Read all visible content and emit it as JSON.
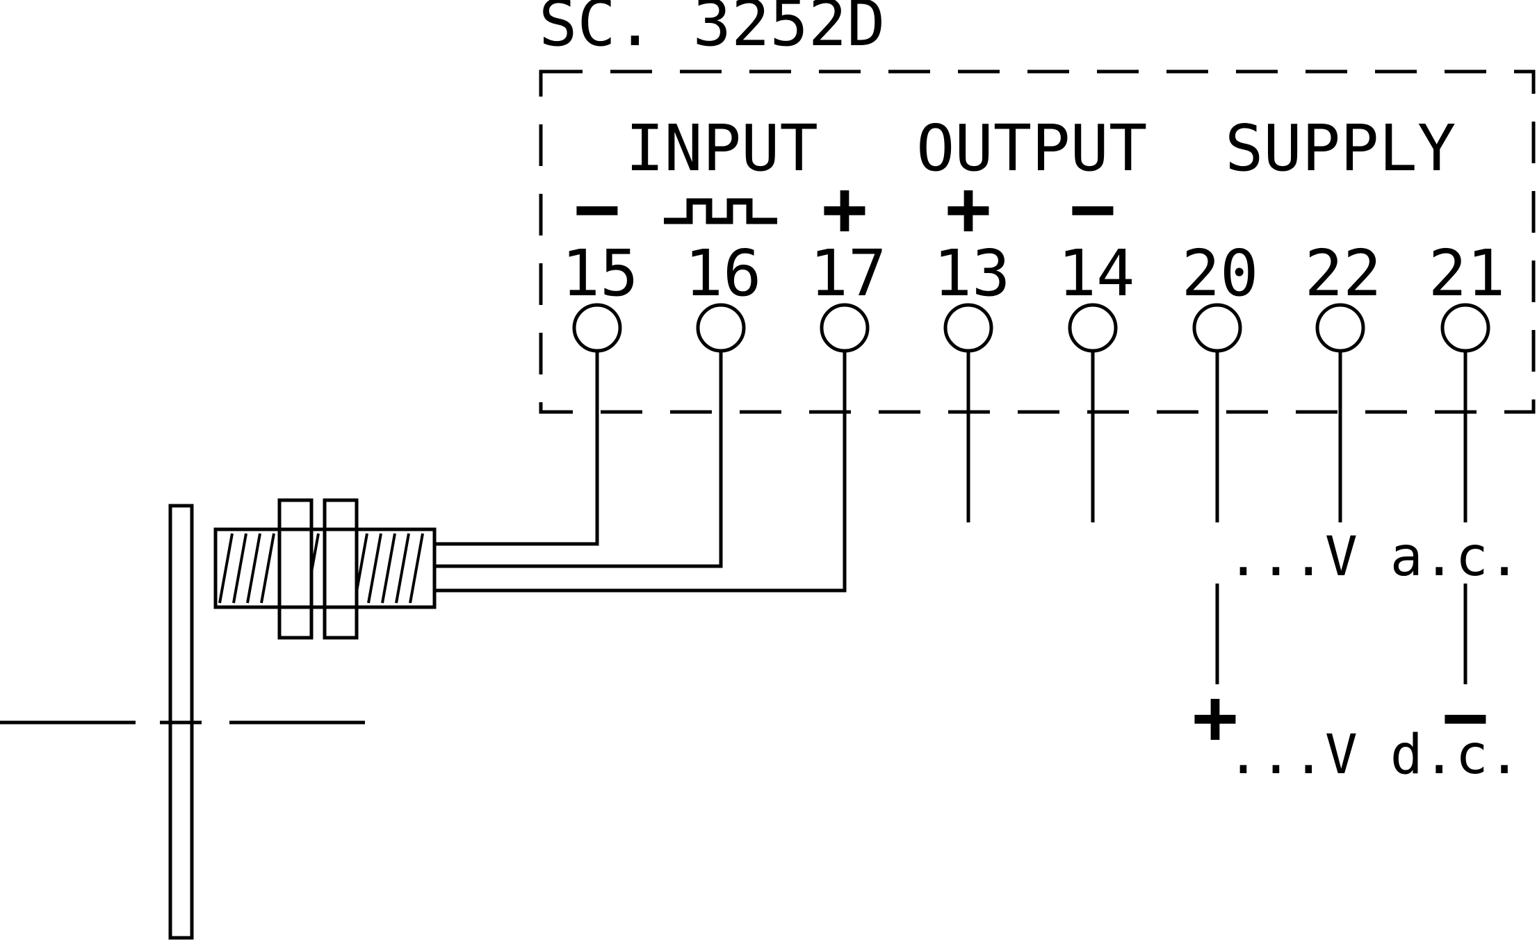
{
  "model": "SC. 3252D",
  "groups": {
    "input": "INPUT",
    "output": "OUTPUT",
    "supply": "SUPPLY"
  },
  "polarity": {
    "t15": "−",
    "t17": "+",
    "t13": "+",
    "t14": "−"
  },
  "terminals": [
    "15",
    "16",
    "17",
    "13",
    "14",
    "20",
    "22",
    "21"
  ],
  "supply": {
    "ac": "...V a.c.",
    "dc": "...V d.c.",
    "dc_plus": "+",
    "dc_minus": "−"
  },
  "icons": {
    "pulse": "pulse-signal-icon",
    "sensor": "proximity-sensor-icon",
    "gear": "toothed-wheel-icon"
  },
  "colors": {
    "stroke": "#000000",
    "background": "#ffffff"
  }
}
